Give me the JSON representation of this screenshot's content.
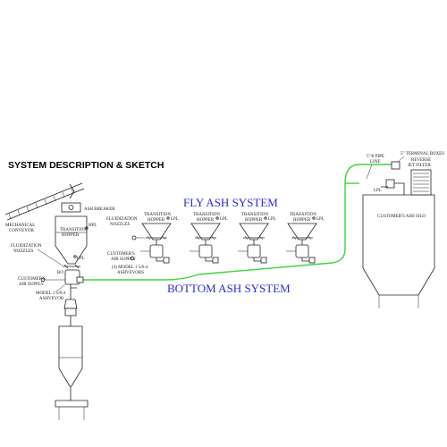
{
  "heading": "SYSTEM DESCRIPTION & SKETCH",
  "fly_ash_title": "FLY ASH SYSTEM",
  "bottom_ash_title": "BOTTOM ASH SYSTEM",
  "left_unit": {
    "mechanical_conveyor": [
      "MECHANICAL",
      "CONVEYOR"
    ],
    "ash_breaker": "ASH BREAKER",
    "hopper": [
      "TRANSITION",
      "HOPPER"
    ],
    "hpl": "HPL",
    "lpl": "LPL",
    "fluidization_nozzles": [
      "FLUIDIZATION",
      "NOZZLES"
    ],
    "air_supply": [
      "CUSTOMER'S",
      "AIR SUPPLY"
    ],
    "model": [
      "MODEL 1 5/8-4",
      "ASHVEYOR"
    ]
  },
  "fly_ash": {
    "hopper_label": [
      "TRANSITION",
      "HOPPER"
    ],
    "lpl": "LPL",
    "fluidization_nozzles": [
      "FLUIDIZATION",
      "NOZZLES"
    ],
    "air_supply": [
      "CUSTOMER'S",
      "AIR SUPPLY"
    ],
    "model": [
      "(4) MODEL 1 5/8-4",
      "ASHVEYORS"
    ]
  },
  "silo": {
    "label": "CUSTOMER'S ASH SILO",
    "pipe_line": [
      "5\"/8 PIPE",
      "LINE"
    ],
    "terminal_boxes": "5\" TERMINAL BOXES",
    "reverse_jet_filter": [
      "REVERSE",
      "JET FILTER"
    ],
    "lpl": "LPL"
  },
  "colors": {
    "pipe": "#3cd63c",
    "title": "#2b2bd6",
    "line": "#222222"
  }
}
